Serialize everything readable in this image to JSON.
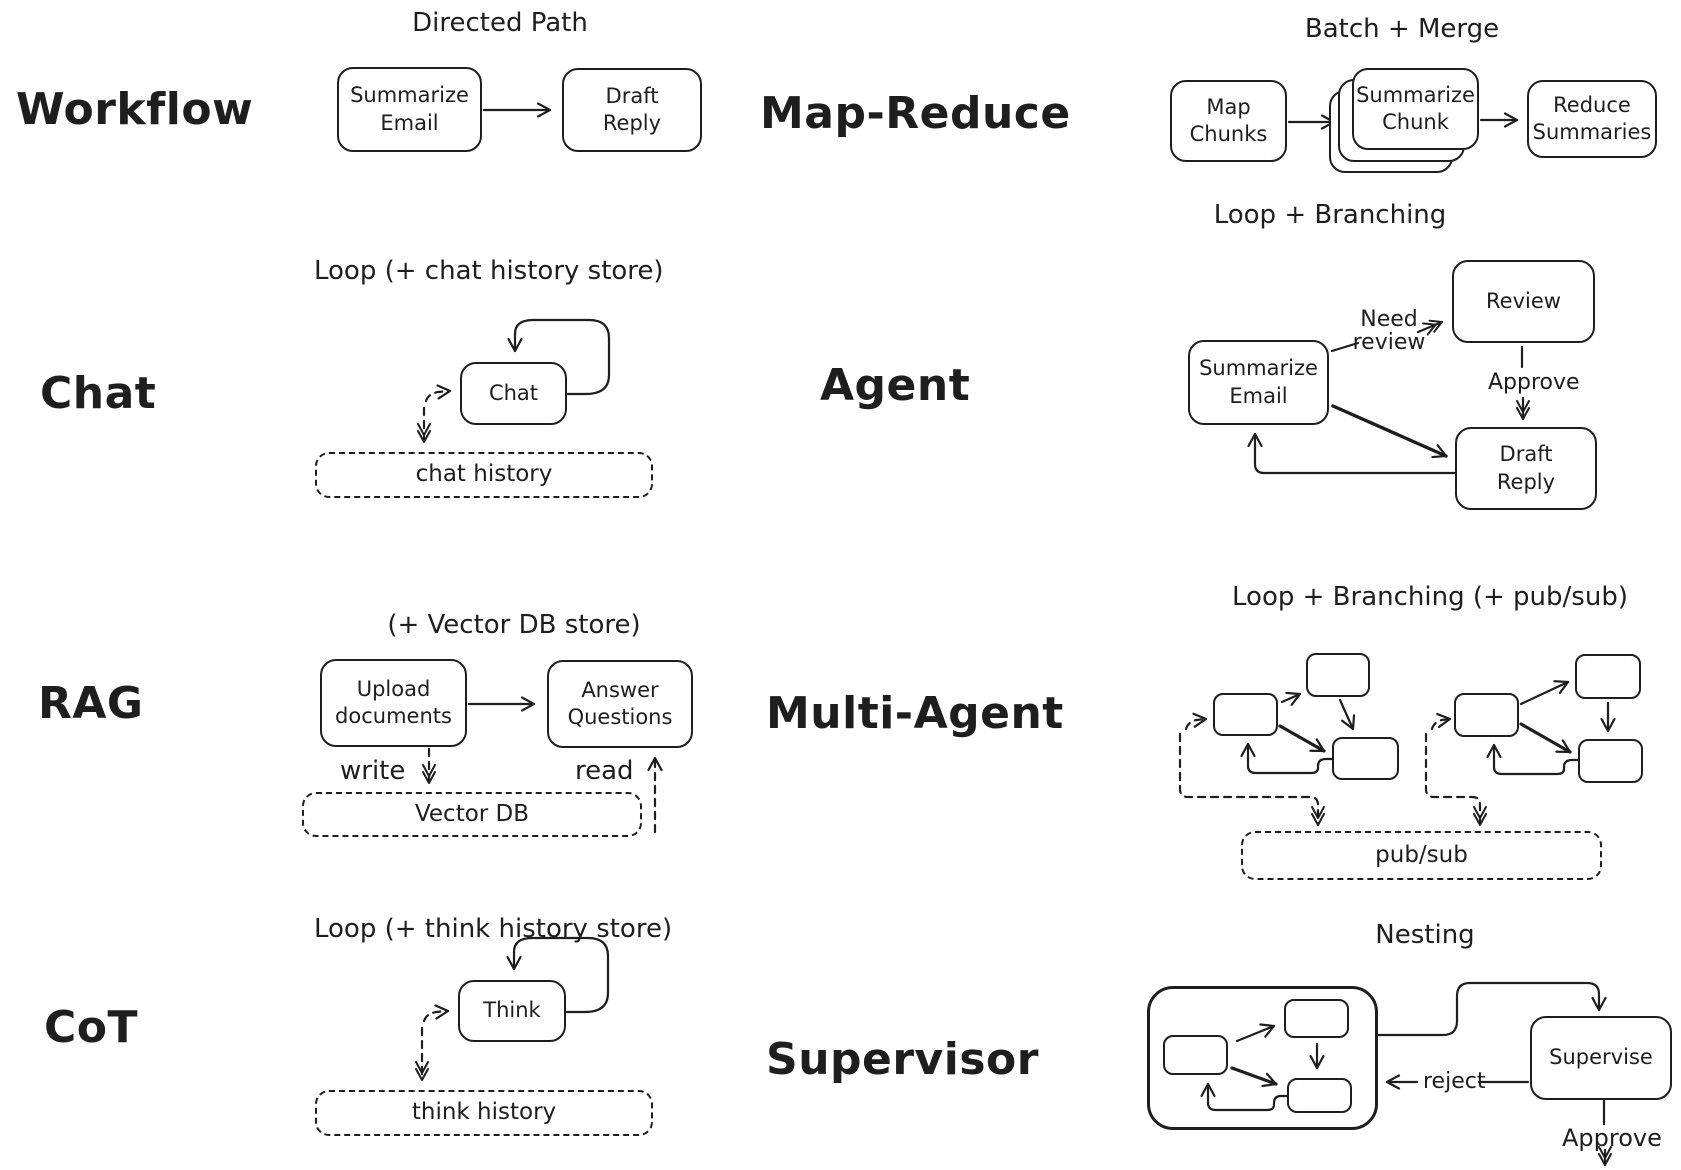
{
  "colors": {
    "ink": "#1e1e1e",
    "bg": "#ffffff"
  },
  "sections": {
    "workflow": {
      "label": "Workflow",
      "pattern": "Directed Path",
      "nodes": {
        "summarize_email": {
          "line1": "Summarize",
          "line2": "Email"
        },
        "draft_reply": {
          "line1": "Draft",
          "line2": "Reply"
        }
      }
    },
    "map_reduce": {
      "label": "Map-Reduce",
      "pattern": "Batch + Merge",
      "nodes": {
        "map_chunks": {
          "line1": "Map",
          "line2": "Chunks"
        },
        "summarize_chunk": {
          "line1": "Summarize",
          "line2": "Chunk"
        },
        "reduce_summaries": {
          "line1": "Reduce",
          "line2": "Summaries"
        }
      }
    },
    "chat": {
      "label": "Chat",
      "pattern": "Loop (+ chat history store)",
      "nodes": {
        "chat": {
          "line1": "Chat"
        }
      },
      "store": {
        "label": "chat history"
      }
    },
    "agent": {
      "label": "Agent",
      "pattern": "Loop + Branching",
      "nodes": {
        "review": {
          "line1": "Review"
        },
        "summarize_email": {
          "line1": "Summarize",
          "line2": "Email"
        },
        "draft_reply": {
          "line1": "Draft",
          "line2": "Reply"
        }
      },
      "edges": {
        "need_review": "Need review",
        "approve": "Approve"
      }
    },
    "rag": {
      "label": "RAG",
      "pattern": "(+ Vector DB store)",
      "nodes": {
        "upload_documents": {
          "line1": "Upload",
          "line2": "documents"
        },
        "answer_questions": {
          "line1": "Answer",
          "line2": "Questions"
        }
      },
      "edges": {
        "write": "write",
        "read": "read"
      },
      "store": {
        "label": "Vector DB"
      }
    },
    "multi_agent": {
      "label": "Multi-Agent",
      "pattern": "Loop + Branching (+ pub/sub)",
      "store": {
        "label": "pub/sub"
      }
    },
    "cot": {
      "label": "CoT",
      "pattern": "Loop (+ think history store)",
      "nodes": {
        "think": {
          "line1": "Think"
        }
      },
      "store": {
        "label": "think history"
      }
    },
    "supervisor": {
      "label": "Supervisor",
      "pattern": "Nesting",
      "nodes": {
        "supervise": {
          "line1": "Supervise"
        }
      },
      "edges": {
        "reject": "reject",
        "approve": "Approve"
      }
    }
  }
}
